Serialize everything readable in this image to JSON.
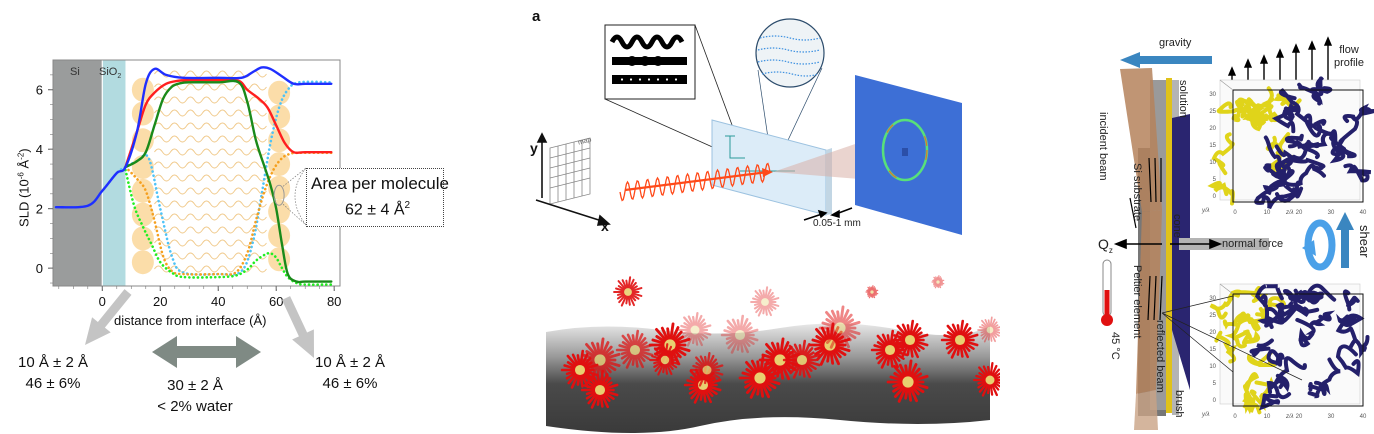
{
  "panel_left": {
    "chart_data": {
      "type": "line",
      "title": "",
      "xlabel": "distance from interface (Å)",
      "ylabel": "SLD (10^-6 Å^-2)",
      "ylabel_main": "SLD (10",
      "ylabel_exp1": "-6",
      "ylabel_mid": " Å",
      "ylabel_exp2": "-2",
      "ylabel_end": ")",
      "xlim": [
        -17,
        82
      ],
      "ylim": [
        -0.6,
        7.0
      ],
      "xticks": [
        0,
        20,
        40,
        60,
        80
      ],
      "xtick_labels": [
        "0",
        "20",
        "40",
        "60",
        "80"
      ],
      "yticks": [
        0,
        2,
        4,
        6
      ],
      "ytick_labels": [
        "0",
        "2",
        "4",
        "6"
      ],
      "regions": [
        {
          "name": "Si",
          "label": "Si",
          "x_range": [
            -17,
            0
          ],
          "color": "#9a9c9c"
        },
        {
          "name": "SiO2",
          "label": "SiO",
          "sub": "2",
          "x_range": [
            0,
            8
          ],
          "color": "#b2dbe0"
        }
      ],
      "series": [
        {
          "name": "blue-solid",
          "color": "#1f2fff",
          "style": "solid",
          "x": [
            -16,
            -5,
            0,
            5,
            8,
            12,
            15,
            18,
            22,
            28,
            40,
            48,
            52,
            55,
            58,
            62,
            66,
            70,
            79
          ],
          "y": [
            2.05,
            2.1,
            2.6,
            3.2,
            3.4,
            4.6,
            6.2,
            6.7,
            6.5,
            6.4,
            6.4,
            6.4,
            6.6,
            6.75,
            6.7,
            6.45,
            6.2,
            6.2,
            6.2
          ]
        },
        {
          "name": "red-solid",
          "color": "#ff1f1f",
          "style": "solid",
          "x": [
            8,
            12,
            15,
            18,
            22,
            26,
            30,
            40,
            47,
            50,
            54,
            57,
            60,
            63,
            66,
            70,
            79
          ],
          "y": [
            3.4,
            4.6,
            5.5,
            5.9,
            6.2,
            6.3,
            6.32,
            6.32,
            6.3,
            6.0,
            5.7,
            5.4,
            4.8,
            4.2,
            3.9,
            3.9,
            3.9
          ]
        },
        {
          "name": "green-solid",
          "color": "#1a8a1a",
          "style": "solid",
          "x": [
            8,
            12,
            15,
            18,
            21,
            24,
            27,
            30,
            40,
            47,
            50,
            53,
            56,
            58,
            60,
            62,
            64,
            67,
            70,
            79
          ],
          "y": [
            3.4,
            3.6,
            3.9,
            4.8,
            5.7,
            6.1,
            6.22,
            6.25,
            6.25,
            6.25,
            5.6,
            4.3,
            3.4,
            2.8,
            2.0,
            0.8,
            -0.2,
            -0.45,
            -0.45,
            -0.45
          ]
        },
        {
          "name": "cyan-dotted",
          "color": "#4fc3f7",
          "style": "dotted",
          "x": [
            -16,
            -5,
            0,
            5,
            8,
            12,
            16,
            20,
            24,
            28,
            40,
            48,
            52,
            55,
            58,
            61,
            64,
            68,
            79
          ],
          "y": [
            2.05,
            2.1,
            2.6,
            3.2,
            3.4,
            3.6,
            3.7,
            2.0,
            0.4,
            -0.15,
            -0.2,
            -0.1,
            0.9,
            2.5,
            4.2,
            5.4,
            6.0,
            6.25,
            6.25
          ]
        },
        {
          "name": "orange-dotted",
          "color": "#f5a020",
          "style": "dotted",
          "x": [
            8,
            12,
            15,
            18,
            21,
            24,
            28,
            40,
            46,
            50,
            53,
            56,
            59,
            62,
            65,
            68,
            79
          ],
          "y": [
            3.4,
            3.0,
            2.6,
            1.6,
            0.4,
            -0.1,
            -0.2,
            -0.2,
            -0.15,
            0.5,
            1.6,
            2.6,
            3.3,
            3.7,
            3.85,
            3.88,
            3.88
          ]
        },
        {
          "name": "green-dotted",
          "color": "#22ee22",
          "style": "dotted",
          "x": [
            8,
            11,
            14,
            17,
            20,
            24,
            28,
            40,
            46,
            50,
            53,
            56,
            58,
            60,
            62,
            64,
            67,
            70,
            79
          ],
          "y": [
            3.3,
            2.1,
            1.4,
            0.8,
            0.2,
            -0.15,
            -0.3,
            -0.3,
            -0.25,
            -0.05,
            0.25,
            0.45,
            0.5,
            0.35,
            0.0,
            -0.3,
            -0.5,
            -0.55,
            -0.55
          ]
        }
      ],
      "annotations": {
        "box_title": "Area per molecule",
        "box_value": "62 ± 4 Å",
        "box_value_sup": "2"
      }
    },
    "bottom_labels": {
      "left_thickness": "10 Å ± 2 Å",
      "left_water": "46 ± 6%",
      "middle_thickness": "30 ± 2 Å",
      "middle_water": "< 2% water",
      "right_thickness": "10 Å ± 2 Å",
      "right_water": "46 ± 6%"
    },
    "colors": {
      "arrow_light": "#c4c4c4",
      "arrow_dark": "#7f8a84",
      "lipid_head": "#fbd9a0",
      "lipid_tail": "#f0c98a"
    }
  },
  "panel_middle": {
    "panel_letter": "a",
    "axis_y_label": "y",
    "axis_x_label": "x",
    "map_label": "map",
    "thickness_label": "0.05-1 mm",
    "colors": {
      "beam": "#ff4a1a",
      "detector": "#3d6fd6",
      "sample": "#dceefa",
      "micelle": "#e01010",
      "membrane": "#4a4a4a"
    }
  },
  "panel_right": {
    "gravity_label": "gravity",
    "flow_profile_label_1": "flow",
    "flow_profile_label_2": "profile",
    "incident_beam_label": "incident beam",
    "solution_label": "solution",
    "si_substrate_label": "Si substrate",
    "cone_label": "cone",
    "qz_label": "Q",
    "qz_sub": "z",
    "normal_force_label": "normal force",
    "shear_label": "shear",
    "peltier_label": "Peltier element",
    "temperature_label": "45 °C",
    "reflected_beam_label": "reflected beam",
    "brush_label": "brush",
    "sim_axis": {
      "y_ticks": [
        "0",
        "5",
        "10",
        "15",
        "20",
        "25",
        "30"
      ],
      "x_ticks": [
        "0",
        "10",
        "20",
        "30",
        "40"
      ],
      "x_label": "z/λ",
      "y_label": "y/λ",
      "depth_ticks": [
        "10",
        "20",
        "30"
      ]
    },
    "colors": {
      "gravity_arrow": "#3a86c0",
      "beam": "#b5835c",
      "brush_yellow": "#e0d41a",
      "polymer_navy": "#24206b",
      "thermometer": "#e01010",
      "shear_arrow": "#3a86c0"
    }
  }
}
